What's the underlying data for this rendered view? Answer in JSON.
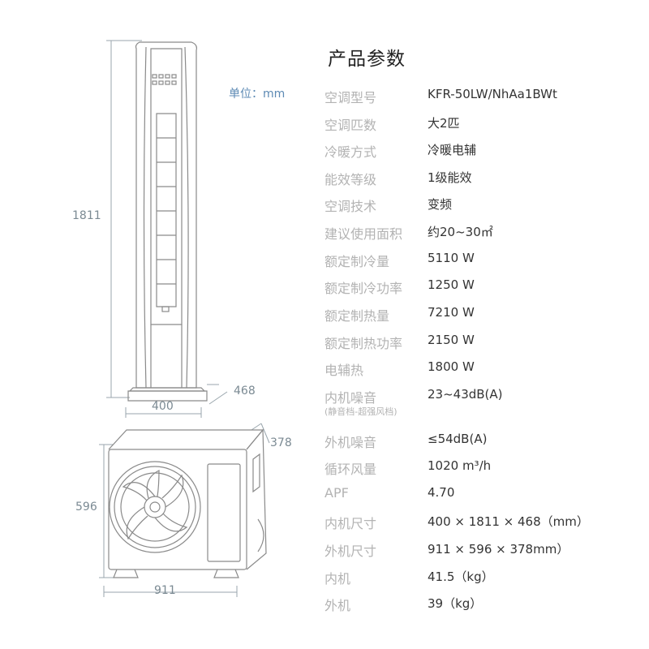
{
  "unit_label": "单位：mm",
  "dimensions": {
    "indoor_height": "1811",
    "indoor_width": "400",
    "indoor_depth": "468",
    "outdoor_height": "596",
    "outdoor_width": "911",
    "outdoor_depth": "378"
  },
  "specs": {
    "title": "产品参数",
    "rows": [
      {
        "label": "空调型号",
        "value": "KFR-50LW/NhAa1BWt"
      },
      {
        "label": "空调匹数",
        "value": "大2匹"
      },
      {
        "label": "冷暖方式",
        "value": "冷暖电辅"
      },
      {
        "label": "能效等级",
        "value": "1级能效"
      },
      {
        "label": "空调技术",
        "value": "变频"
      },
      {
        "label": "建议使用面积",
        "value": "约20~30㎡"
      },
      {
        "label": "额定制冷量",
        "value": "5110 W"
      },
      {
        "label": "额定制冷功率",
        "value": "1250 W"
      },
      {
        "label": "额定制热量",
        "value": "7210 W"
      },
      {
        "label": "额定制热功率",
        "value": "2150 W"
      },
      {
        "label": "电辅热",
        "value": "1800 W"
      },
      {
        "label": "内机噪音",
        "value": "23~43dB(A)",
        "sublabel": "(静音档-超强风档)"
      },
      {
        "label": "外机噪音",
        "value": "≤54dB(A)"
      },
      {
        "label": "循环风量",
        "value": "1020 m³/h"
      },
      {
        "label": "APF",
        "value": "4.70"
      },
      {
        "label": "内机尺寸",
        "value": "400 × 1811 × 468（mm）"
      },
      {
        "label": "外机尺寸",
        "value": "911 × 596 × 378mm）"
      },
      {
        "label": "内机",
        "value": "41.5（kg）"
      },
      {
        "label": "外机",
        "value": "39（kg）"
      }
    ]
  },
  "colors": {
    "title": "#222222",
    "label": "#b3b3b3",
    "value": "#333333",
    "unit": "#5d8ab4",
    "dimension": "#7b8a93",
    "line": "#8a8a8a"
  }
}
